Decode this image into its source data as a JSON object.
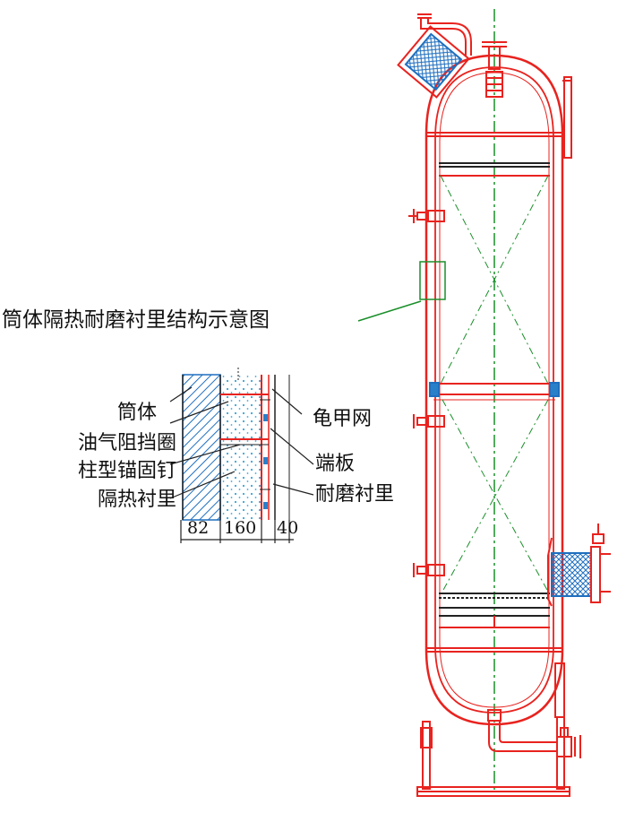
{
  "title": "筒体隔热耐磨衬里结构示意图",
  "labels_left": {
    "shell": "筒体",
    "gas_ring": "油气阻挡圈",
    "anchor_nail": "柱型锚固钉",
    "insulation": "隔热衬里"
  },
  "labels_right": {
    "hex_mesh": "龟甲网",
    "end_plate": "端板",
    "wear_lining": "耐磨衬里"
  },
  "dimensions": [
    "82",
    "160",
    "40"
  ],
  "colors": {
    "vessel": "#e8231f",
    "centerline": "#1a8f2a",
    "lining_fill": "#2a7fc9",
    "hatch": "#1f6fbf",
    "dots": "#3aa3d9",
    "text": "#111111"
  }
}
